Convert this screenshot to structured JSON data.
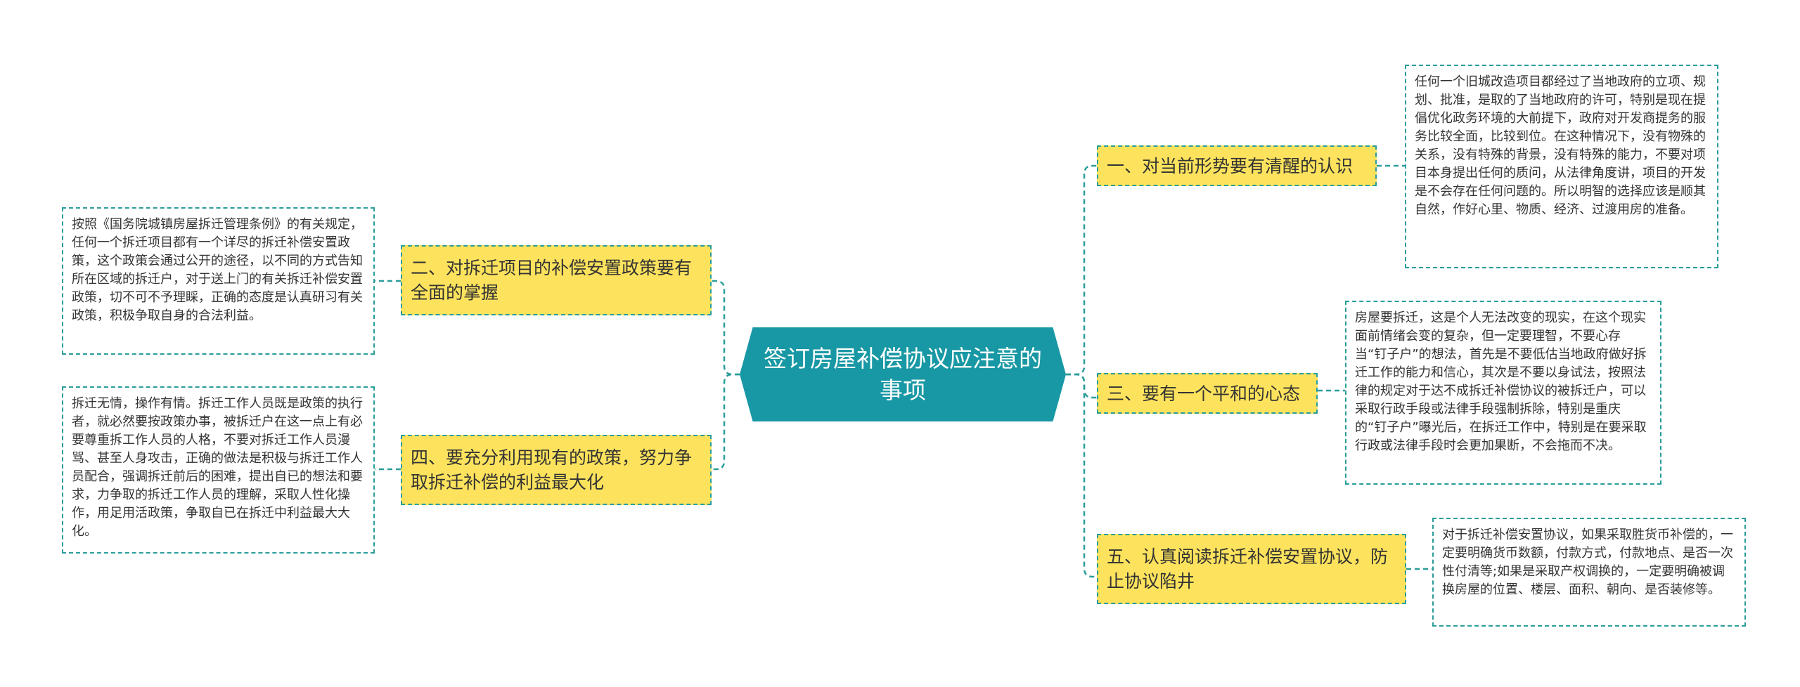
{
  "root": {
    "title": "签订房屋补偿协议应注意的事项"
  },
  "branches": [
    {
      "label": "一、对当前形势要有清醒的认识",
      "detail": "任何一个旧城改造项目都经过了当地政府的立项、规划、批准，是取的了当地政府的许可，特别是现在提倡优化政务环境的大前提下，政府对开发商提务的服务比较全面，比较到位。在这种情况下，没有物殊的关系，没有特殊的背景，没有特殊的能力，不要对项目本身提出任何的质问，从法律角度讲，项目的开发是不会存在任何问题的。所以明智的选择应该是顺其自然，作好心里、物质、经济、过渡用房的准备。"
    },
    {
      "label": "二、对拆迁项目的补偿安置政策要有全面的掌握",
      "detail": "按照《国务院城镇房屋拆迁管理条例》的有关规定，任何一个拆迁项目都有一个详尽的拆迁补偿安置政策，这个政策会通过公开的途径，以不同的方式告知所在区域的拆迁户，对于送上门的有关拆迁补偿安置政策，切不可不予理睬，正确的态度是认真研习有关政策，积极争取自身的合法利益。"
    },
    {
      "label": "三、要有一个平和的心态",
      "detail": "房屋要拆迁，这是个人无法改变的现实，在这个现实面前情绪会变的复杂，但一定要理智，不要心存当“钉子户”的想法，首先是不要低估当地政府做好拆迁工作的能力和信心，其次是不要以身试法，按照法律的规定对于达不成拆迁补偿协议的被拆迁户，可以采取行政手段或法律手段强制拆除，特别是重庆的“钉子户”曝光后，在拆迁工作中，特别是在要采取行政或法律手段时会更加果断，不会拖而不决。"
    },
    {
      "label": "四、要充分利用现有的政策，努力争取拆迁补偿的利益最大化",
      "detail": "拆迁无情，操作有情。拆迁工作人员既是政策的执行者，就必然要按政策办事，被拆迁户在这一点上有必要尊重拆工作人员的人格，不要对拆迁工作人员漫骂、甚至人身攻击，正确的做法是积极与拆迁工作人员配合，强调拆迁前后的困难，提出自已的想法和要求，力争取的拆迁工作人员的理解，采取人性化操作，用足用活政策，争取自已在拆迁中利益最大大化。"
    },
    {
      "label": "五、认真阅读拆迁补偿安置协议，防止协议陷井",
      "detail": "对于拆迁补偿安置协议，如果采取胜货币补偿的，一定要明确货币数额，付款方式，付款地点、是否一次性付清等;如果是采取产权调换的，一定要明确被调换房屋的位置、楼层、面积、朝向、是否装修等。"
    }
  ],
  "colors": {
    "root_fill": "#1898a4",
    "branch_fill": "#fde35d",
    "connector": "#2a9d9a",
    "text": "#333333"
  }
}
